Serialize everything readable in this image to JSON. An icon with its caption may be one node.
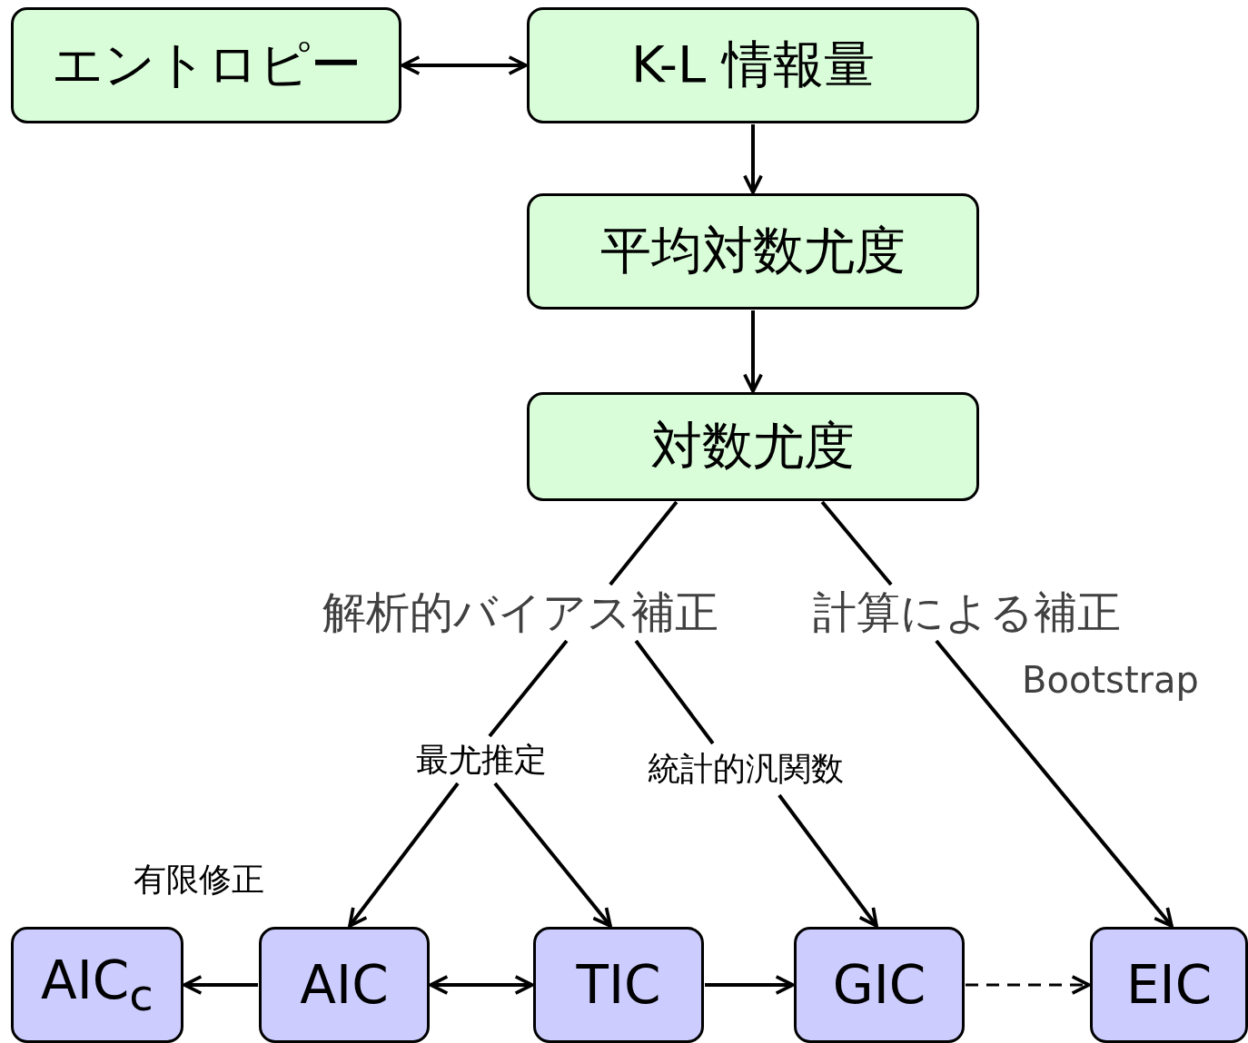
{
  "diagram": {
    "nodes": [
      {
        "text": [
          "エントロピー"
        ]
      },
      {
        "text": [
          "K-L 情報量"
        ]
      },
      {
        "text": [
          "平均対数尤度"
        ]
      },
      {
        "text": [
          "対数尤度"
        ]
      },
      {
        "text": [
          "AIC$_{c}$"
        ]
      },
      {
        "text": [
          "AIC"
        ]
      },
      {
        "text": [
          "TIC"
        ]
      },
      {
        "text": [
          "GIC"
        ]
      },
      {
        "text": [
          "EIC"
        ]
      },
      {
        "text": [
          "解析的バイアス補正"
        ]
      },
      {
        "text": [
          "計算による補正"
        ]
      },
      {
        "text": [
          "最尤推定"
        ]
      },
      {
        "text": [
          "統計的汎関数"
        ]
      }
    ],
    "edges": [
      {
        "from": 0,
        "to": 1,
        "arrow": "both"
      },
      {
        "from": 1,
        "to": 2,
        "arrow": "to"
      },
      {
        "from": 2,
        "to": 3,
        "arrow": "to"
      },
      {
        "from": 3,
        "to": 9,
        "arrow": "none"
      },
      {
        "from": 9,
        "to": 11,
        "arrow": "none"
      },
      {
        "from": 9,
        "to": 12,
        "arrow": "none"
      },
      {
        "from": 11,
        "to": 5,
        "arrow": "to"
      },
      {
        "from": 11,
        "to": 6,
        "arrow": "to"
      },
      {
        "from": 12,
        "to": 7,
        "arrow": "to"
      },
      {
        "from": 3,
        "to": 10,
        "arrow": "none"
      },
      {
        "from": 10,
        "to": 8,
        "arrow": "to"
      },
      {
        "from": 5,
        "to": 4,
        "arrow": "to",
        "label": "有限修正"
      },
      {
        "from": 5,
        "to": 6,
        "arrow": "both"
      },
      {
        "from": 6,
        "to": 7,
        "arrow": "to"
      },
      {
        "from": 7,
        "to": 8,
        "arrow": "to",
        "style": "dashed"
      }
    ],
    "labels": [
      "Bootstrap"
    ]
  }
}
